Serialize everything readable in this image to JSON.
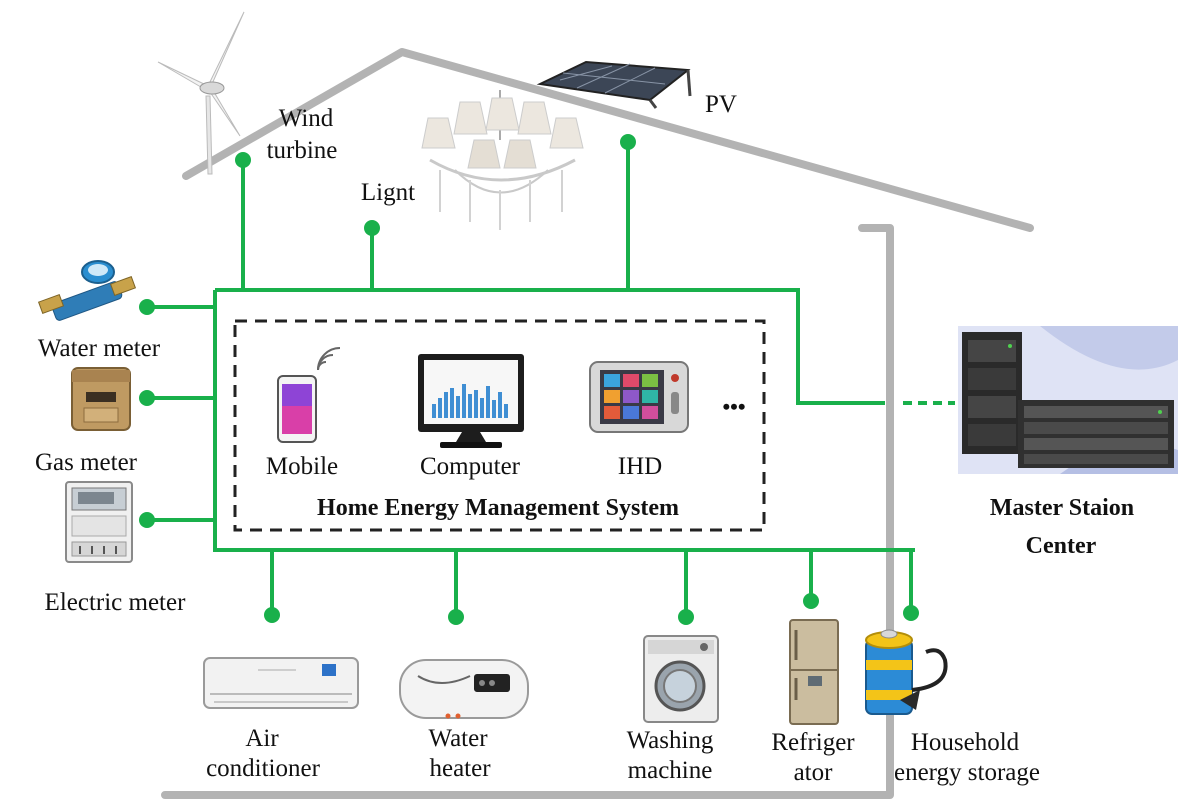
{
  "labels": {
    "wind_turbine_1": "Wind",
    "wind_turbine_2": "turbine",
    "light": "Lignt",
    "pv": "PV",
    "water_meter": "Water meter",
    "gas_meter": "Gas meter",
    "electric_meter": "Electric meter",
    "mobile": "Mobile",
    "computer": "Computer",
    "ihd": "IHD",
    "ellipsis": "•••",
    "hems": "Home Energy Management System",
    "master_1": "Master Staion",
    "master_2": "Center",
    "air_conditioner_1": "Air",
    "air_conditioner_2": "conditioner",
    "water_heater_1": "Water",
    "water_heater_2": "heater",
    "washing_machine_1": "Washing",
    "washing_machine_2": "machine",
    "refrigerator_1": "Refriger",
    "refrigerator_2": "ator",
    "storage_1": "Household",
    "storage_2": "energy storage"
  },
  "colors": {
    "wire": "#19b04b",
    "house": "#b3b3b3",
    "dash_box": "#222222"
  },
  "icons": [
    "wind-turbine-icon",
    "chandelier-icon",
    "solar-panel-icon",
    "water-meter-icon",
    "gas-meter-icon",
    "electric-meter-icon",
    "mobile-phone-icon",
    "computer-monitor-icon",
    "ihd-display-icon",
    "server-icon",
    "air-conditioner-icon",
    "water-heater-icon",
    "washing-machine-icon",
    "refrigerator-icon",
    "energy-storage-icon"
  ]
}
